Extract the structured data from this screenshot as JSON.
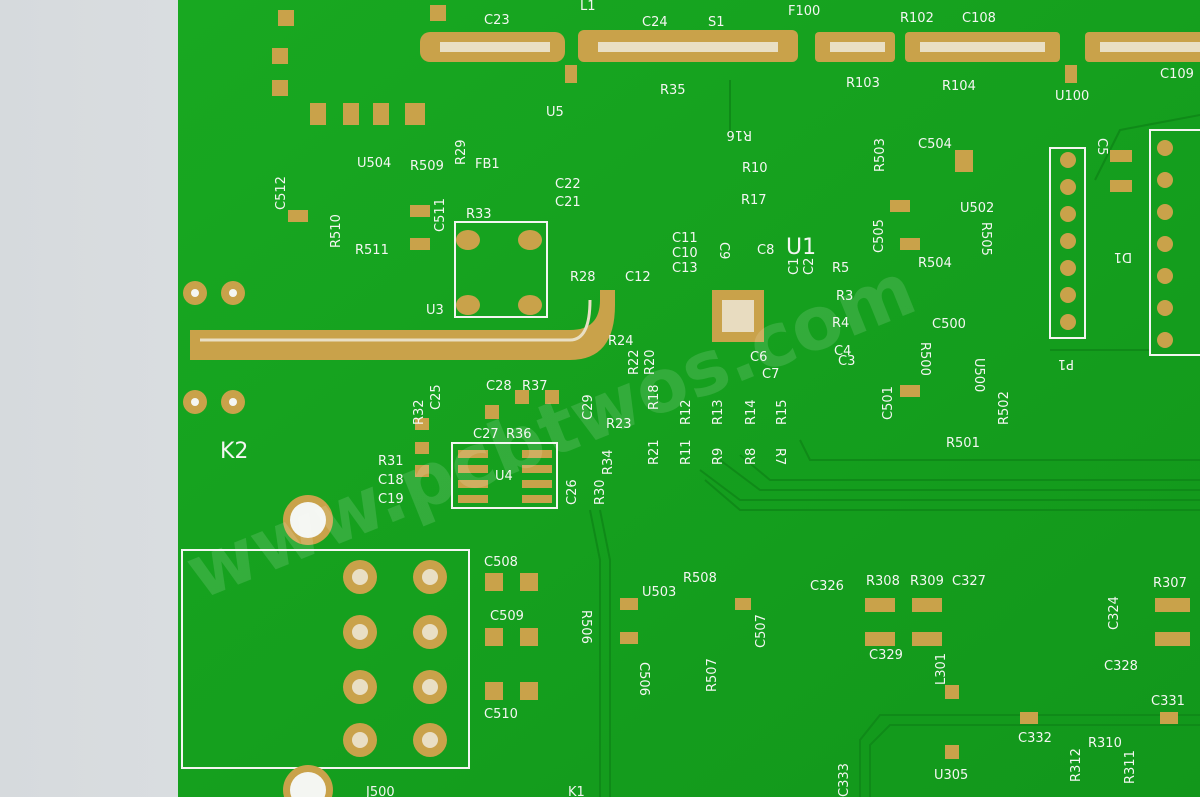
{
  "photo": {
    "subject": "green printed circuit board with gold pads",
    "colors": {
      "board": "#15a31f",
      "board_dark": "#0f8a18",
      "gold": "#c9a24a",
      "silk": "#f4f6f2",
      "background": "#dfe3e6"
    }
  },
  "watermark": "www.pcbtwos.com",
  "labels": {
    "C23": "C23",
    "L1": "L1",
    "C24": "C24",
    "S1": "S1",
    "F100": "F100",
    "R102": "R102",
    "C108": "C108",
    "R35": "R35",
    "R103": "R103",
    "R104": "R104",
    "U100": "U100",
    "C109": "C109",
    "U5": "U5",
    "U504": "U504",
    "R509": "R509",
    "R29": "R29",
    "FB1": "FB1",
    "C22": "C22",
    "C21": "C21",
    "C512": "C512",
    "R510": "R510",
    "C511": "C511",
    "R511": "R511",
    "R33": "R33",
    "U3": "U3",
    "R16": "R16",
    "R10": "R10",
    "R17": "R17",
    "C11": "C11",
    "C10": "C10",
    "C13": "C13",
    "C9": "C9",
    "C8": "C8",
    "U1": "U1",
    "C1": "C1",
    "C2": "C2",
    "R5": "R5",
    "R3": "R3",
    "R4": "R4",
    "C4": "C4",
    "C3": "C3",
    "C6": "C6",
    "C7": "C7",
    "R28": "R28",
    "C12": "C12",
    "R24": "R24",
    "R22": "R22",
    "R20": "R20",
    "R503": "R503",
    "C504": "C504",
    "C505": "C505",
    "U502": "U502",
    "R505": "R505",
    "R504": "R504",
    "C500": "C500",
    "R500": "R500",
    "U500": "U500",
    "C501": "C501",
    "R501": "R501",
    "R502": "R502",
    "C5": "C5",
    "D1": "D1",
    "P1": "P1",
    "K2": "K2",
    "R32": "R32",
    "C25": "C25",
    "C28": "C28",
    "R37": "R37",
    "C29": "C29",
    "C27": "C27",
    "R36": "R36",
    "R31": "R31",
    "C18": "C18",
    "C19": "C19",
    "U4": "U4",
    "C26": "C26",
    "R30": "R30",
    "R34": "R34",
    "R18": "R18",
    "R23": "R23",
    "R21": "R21",
    "R12": "R12",
    "R13": "R13",
    "R14": "R14",
    "R15": "R15",
    "R11": "R11",
    "R9": "R9",
    "R8": "R8",
    "R7": "R7",
    "C508": "C508",
    "C509": "C509",
    "C510": "C510",
    "J500": "J500",
    "K1": "K1",
    "R506": "R506",
    "U503": "U503",
    "R508": "R508",
    "C507": "C507",
    "C506": "C506",
    "R507": "R507",
    "C326": "C326",
    "R308": "R308",
    "R309": "R309",
    "C327": "C327",
    "R307": "R307",
    "C324": "C324",
    "C329": "C329",
    "L301": "L301",
    "C328": "C328",
    "C331": "C331",
    "C332": "C332",
    "R310": "R310",
    "R312": "R312",
    "R311": "R311",
    "U305": "U305",
    "C333": "C333"
  }
}
